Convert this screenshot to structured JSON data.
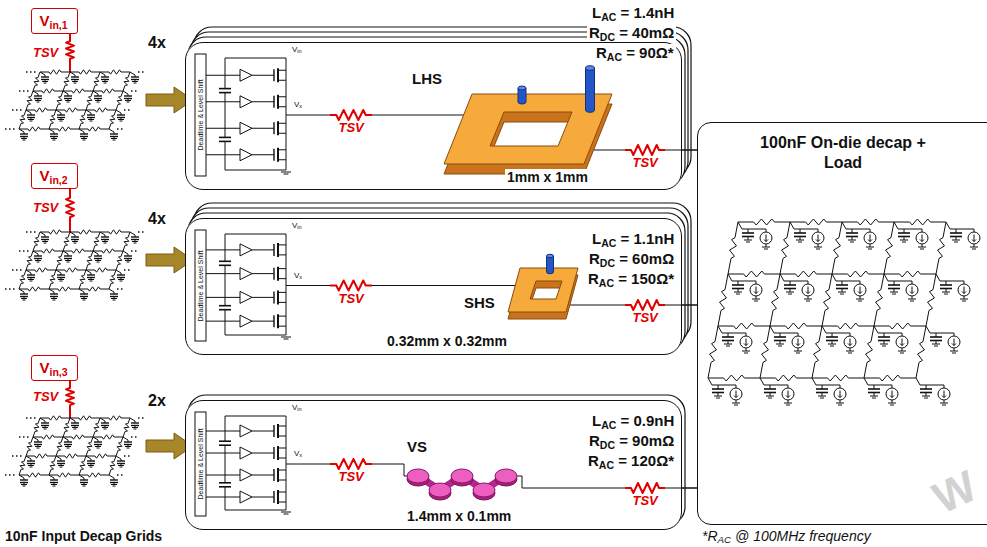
{
  "diagram": {
    "nodes": [
      {
        "text": [
          "Vin,1"
        ]
      },
      {
        "text": [
          "Vin,2"
        ]
      },
      {
        "text": [
          "Vin,3"
        ]
      },
      {
        "text": [
          "4x"
        ]
      },
      {
        "text": [
          "4x"
        ]
      },
      {
        "text": [
          "2x"
        ]
      },
      {
        "text": [
          "100nF On-die decap + Load"
        ]
      }
    ],
    "edges": [
      {
        "from": 3,
        "to": 6,
        "arrow": "none"
      },
      {
        "from": 4,
        "to": 6,
        "arrow": "none"
      },
      {
        "from": 5,
        "to": 6,
        "arrow": "none"
      }
    ],
    "labels": [
      "TSV",
      "TSV",
      "TSV",
      "Deadtime & Level Shift",
      "Vin",
      "Vx",
      "TSV",
      "LHS",
      "LAC = 1.4nH",
      "RDC = 40mΩ",
      "RAC = 90Ω*",
      "TSV",
      "1mm x 1mm",
      "Deadtime & Level Shift",
      "Vin",
      "Vx",
      "TSV",
      "SHS",
      "LAC = 1.1nH",
      "RDC = 60mΩ",
      "RAC = 150Ω*",
      "TSV",
      "0.32mm x 0.32mm",
      "Deadtime & Level Shift",
      "Vin",
      "Vx",
      "TSV",
      "VS",
      "LAC = 0.9nH",
      "RDC = 90mΩ",
      "RAC = 120Ω*",
      "TSV",
      "1.4mm x 0.1mm",
      "10nF Input Decap Grids",
      "*RAC @ 100MHz frequency",
      "W"
    ]
  }
}
